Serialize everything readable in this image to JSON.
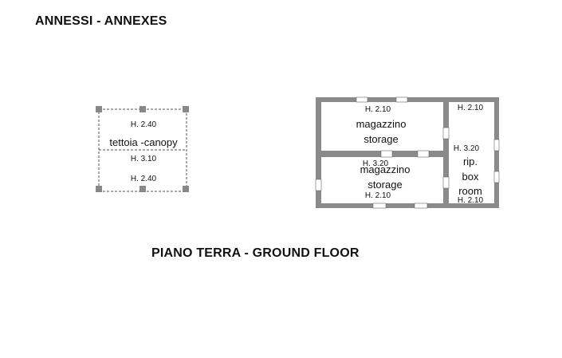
{
  "plan_title": "ANNESSI - ANNEXES",
  "floor_title": "PIANO TERRA - GROUND FLOOR",
  "canopy": {
    "height_top": "H. 2.40",
    "name": "tettoia -canopy",
    "height_mid": "H. 3.10",
    "height_bottom": "H. 2.40"
  },
  "storage_upper": {
    "height_top": "H. 2.10",
    "name_it": "magazzino",
    "name_en": "storage"
  },
  "storage_lower": {
    "height_top": "H. 3.20",
    "name_it": "magazzino",
    "name_en": "storage",
    "height_bottom": "H. 2.10"
  },
  "box_room": {
    "height_top": "H. 2.10",
    "height_mid": "H. 3.20",
    "name_it": "rip.",
    "name_en_1": "box",
    "name_en_2": "room",
    "height_bottom": "H. 2.10"
  }
}
